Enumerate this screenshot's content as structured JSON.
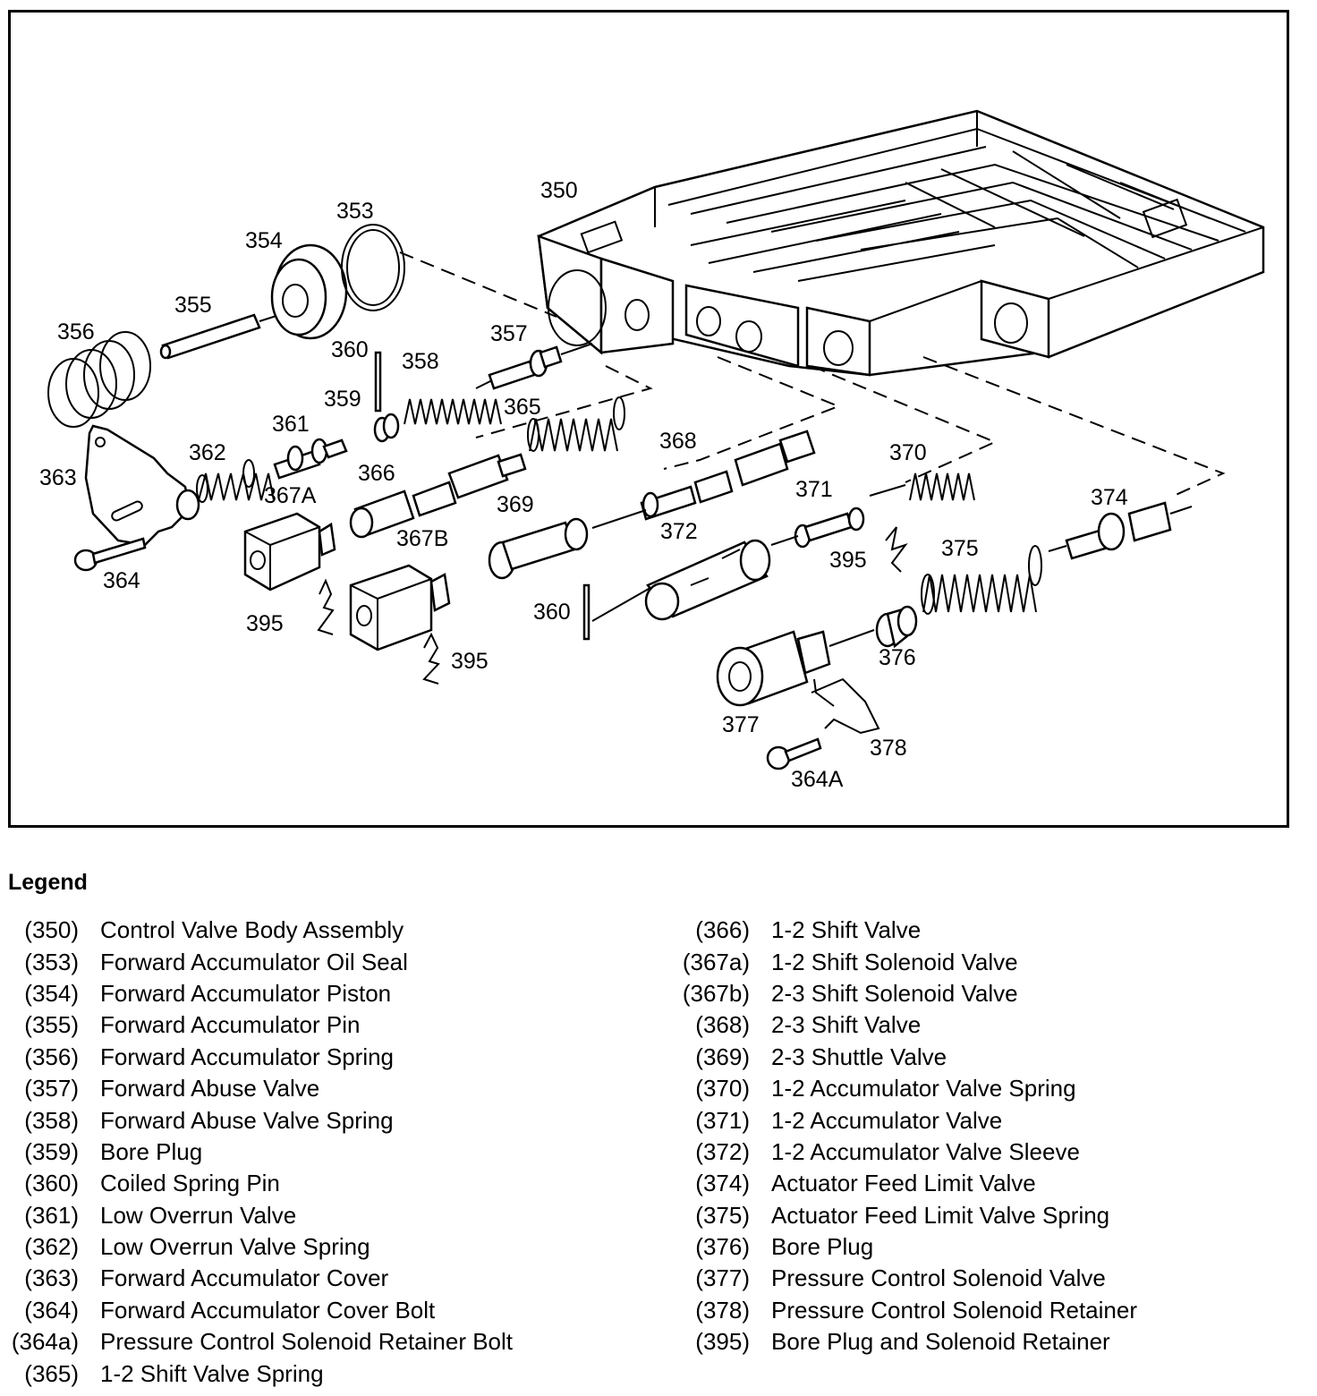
{
  "labels": {
    "l350": "350",
    "l353": "353",
    "l354": "354",
    "l355": "355",
    "l356": "356",
    "l357": "357",
    "l358": "358",
    "l359": "359",
    "l360a": "360",
    "l360b": "360",
    "l361": "361",
    "l362": "362",
    "l363": "363",
    "l364": "364",
    "l364A": "364A",
    "l365": "365",
    "l366": "366",
    "l367A": "367A",
    "l367B": "367B",
    "l368": "368",
    "l369": "369",
    "l370": "370",
    "l371": "371",
    "l372": "372",
    "l374": "374",
    "l375": "375",
    "l376": "376",
    "l377": "377",
    "l378": "378",
    "l395a": "395",
    "l395b": "395",
    "l395c": "395"
  },
  "legend": {
    "title": "Legend",
    "left": [
      {
        "num": "(350)",
        "text": "Control Valve Body Assembly"
      },
      {
        "num": "(353)",
        "text": "Forward Accumulator Oil Seal"
      },
      {
        "num": "(354)",
        "text": "Forward Accumulator Piston"
      },
      {
        "num": "(355)",
        "text": "Forward Accumulator Pin"
      },
      {
        "num": "(356)",
        "text": "Forward Accumulator Spring"
      },
      {
        "num": "(357)",
        "text": "Forward Abuse Valve"
      },
      {
        "num": "(358)",
        "text": "Forward Abuse Valve Spring"
      },
      {
        "num": "(359)",
        "text": "Bore Plug"
      },
      {
        "num": "(360)",
        "text": "Coiled Spring Pin"
      },
      {
        "num": "(361)",
        "text": "Low Overrun Valve"
      },
      {
        "num": "(362)",
        "text": "Low Overrun Valve Spring"
      },
      {
        "num": "(363)",
        "text": "Forward Accumulator Cover"
      },
      {
        "num": "(364)",
        "text": "Forward Accumulator Cover Bolt"
      },
      {
        "num": "(364a)",
        "text": "Pressure Control Solenoid Retainer Bolt"
      },
      {
        "num": "(365)",
        "text": "1-2 Shift Valve Spring"
      }
    ],
    "right": [
      {
        "num": "(366)",
        "text": "1-2 Shift Valve"
      },
      {
        "num": "(367a)",
        "text": "1-2 Shift Solenoid Valve"
      },
      {
        "num": "(367b)",
        "text": "2-3 Shift Solenoid Valve"
      },
      {
        "num": "(368)",
        "text": "2-3 Shift Valve"
      },
      {
        "num": "(369)",
        "text": "2-3 Shuttle Valve"
      },
      {
        "num": "(370)",
        "text": "1-2 Accumulator Valve Spring"
      },
      {
        "num": "(371)",
        "text": "1-2 Accumulator Valve"
      },
      {
        "num": "(372)",
        "text": "1-2 Accumulator Valve Sleeve"
      },
      {
        "num": "(374)",
        "text": "Actuator Feed Limit Valve"
      },
      {
        "num": "(375)",
        "text": "Actuator Feed Limit Valve Spring"
      },
      {
        "num": "(376)",
        "text": "Bore Plug"
      },
      {
        "num": "(377)",
        "text": "Pressure Control Solenoid Valve"
      },
      {
        "num": "(378)",
        "text": "Pressure Control Solenoid Retainer"
      },
      {
        "num": "(395)",
        "text": "Bore Plug and Solenoid Retainer"
      }
    ]
  }
}
